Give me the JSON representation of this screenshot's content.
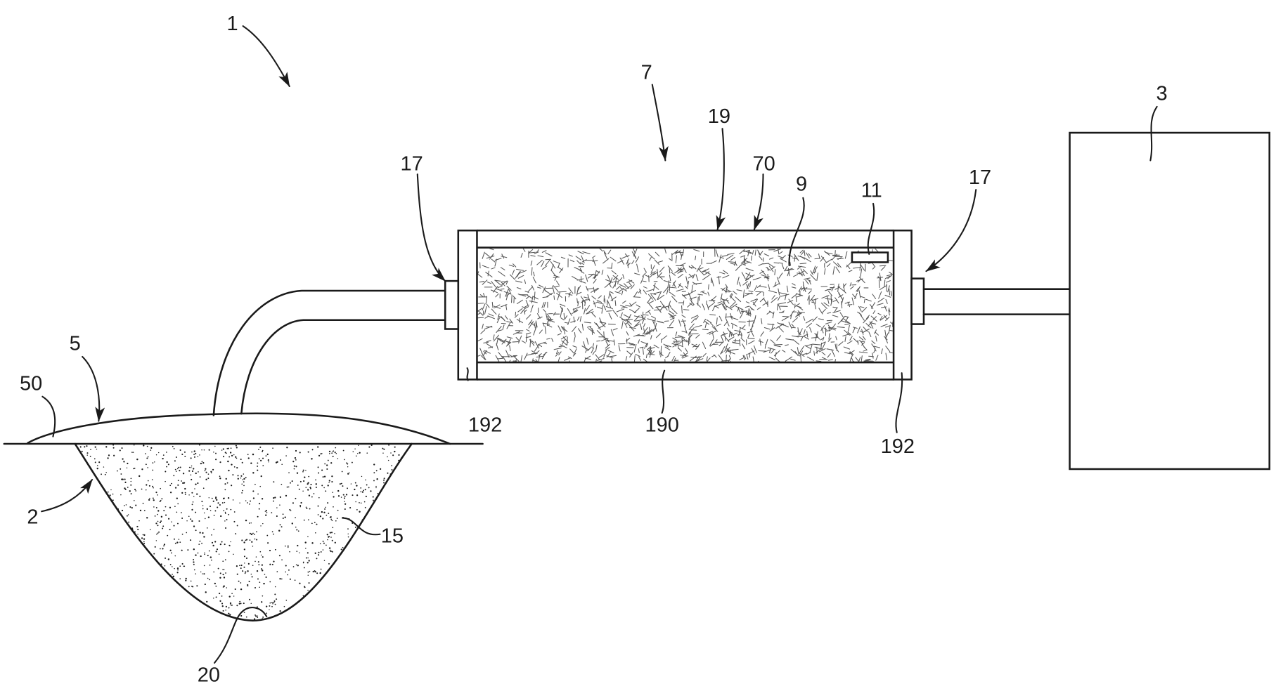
{
  "colors": {
    "ink": "#1a1a1a",
    "texture": "#555555",
    "paper": "#ffffff"
  },
  "reference_numerals": {
    "system": "1",
    "filter_assembly": "7",
    "housing": "19",
    "housing_top_wall": "70",
    "filter_medium": "9",
    "indicator": "11",
    "inlet_connector": "17",
    "outlet_connector": "17",
    "device": "3",
    "lid": "5",
    "lid_rim": "50",
    "container": "2",
    "contents": "15",
    "container_bottom": "20",
    "end_cap_left": "192",
    "housing_bottom_wall": "190",
    "end_cap_right": "192"
  }
}
